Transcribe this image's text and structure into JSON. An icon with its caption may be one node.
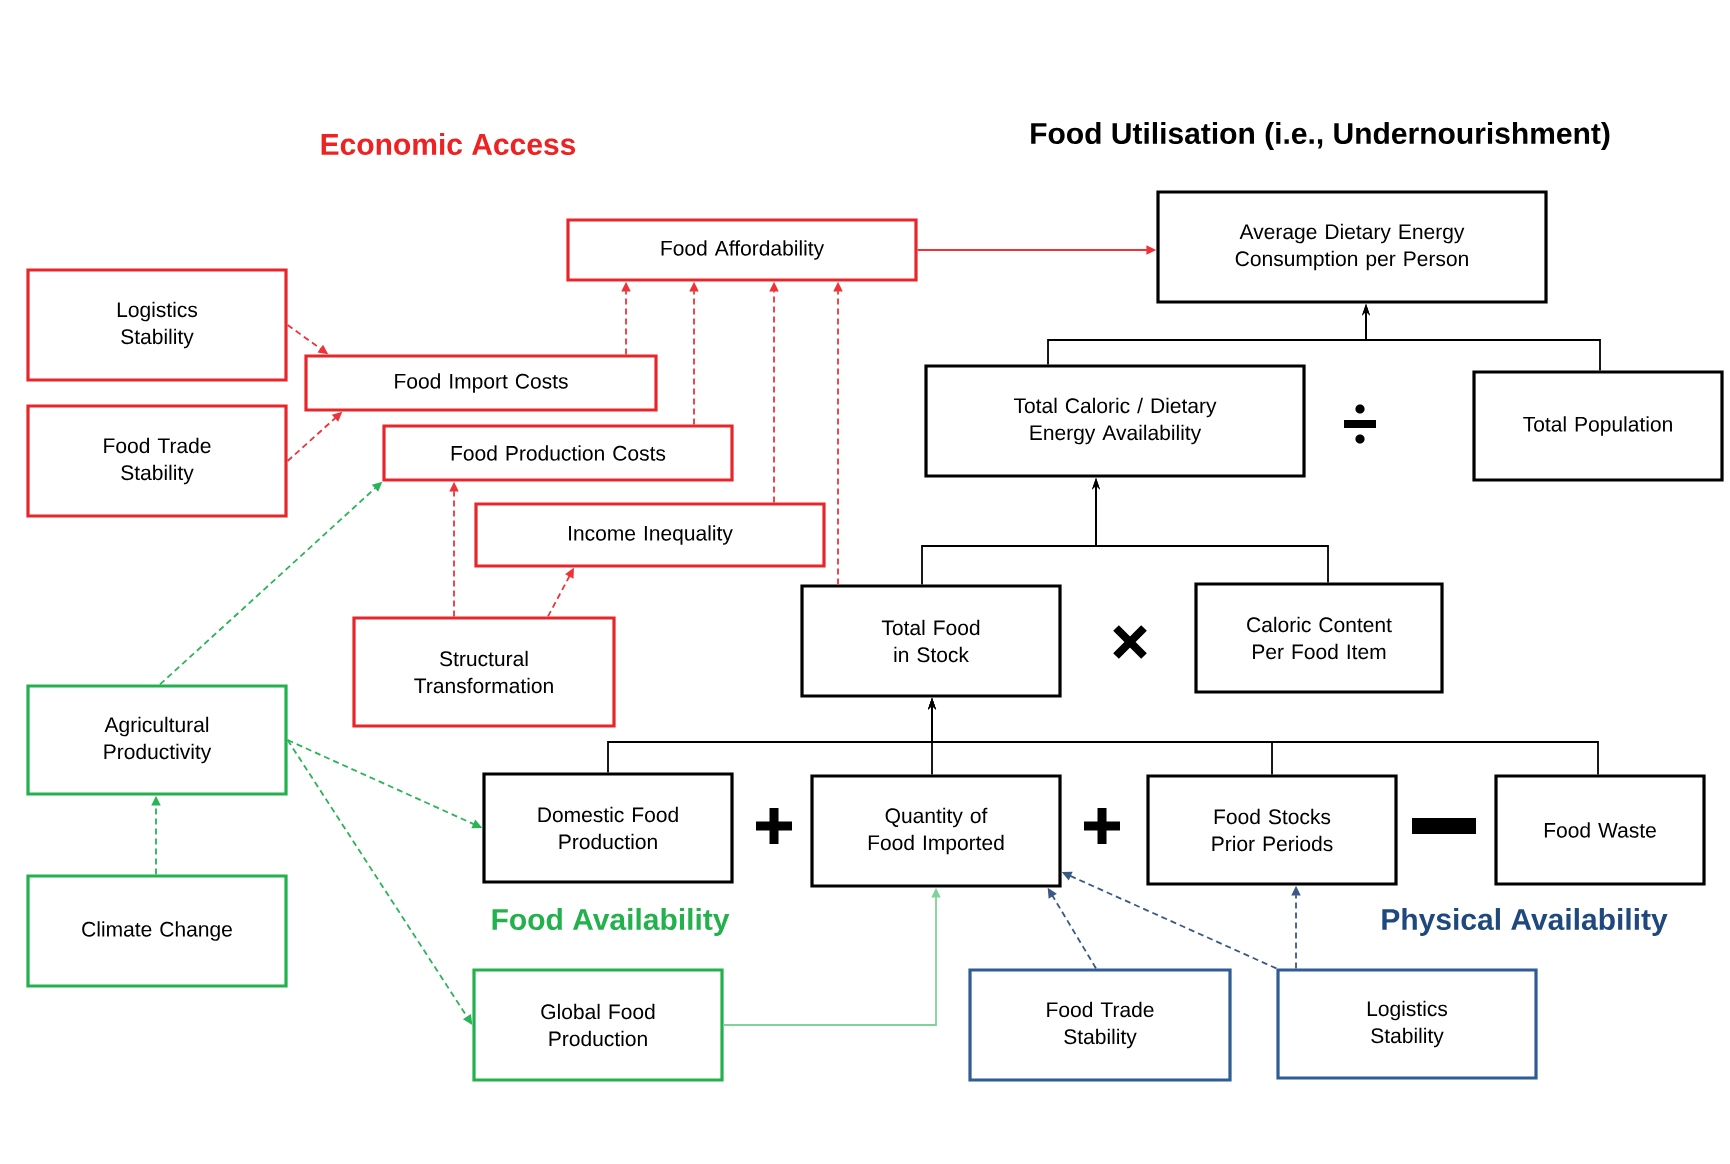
{
  "diagram": {
    "nodes": [
      {
        "text": [
          "Food Affordability"
        ]
      },
      {
        "text": [
          "Logistics Stability"
        ]
      },
      {
        "text": [
          "Food Import Costs"
        ]
      },
      {
        "text": [
          "Food Trade Stability"
        ]
      },
      {
        "text": [
          "Food Production Costs"
        ]
      },
      {
        "text": [
          "Income Inequality"
        ]
      },
      {
        "text": [
          "Structural Transformation"
        ]
      },
      {
        "text": [
          "Agricultural Productivity"
        ]
      },
      {
        "text": [
          "Climate Change"
        ]
      },
      {
        "text": [
          "Average Dietary Energy Consumption per Person"
        ]
      },
      {
        "text": [
          "Total Caloric / Dietary Energy Availability"
        ]
      },
      {
        "text": [
          "Total Population"
        ]
      },
      {
        "text": [
          "Total Food in Stock"
        ]
      },
      {
        "text": [
          "Caloric Content Per Food Item"
        ]
      },
      {
        "text": [
          "Domestic Food Production"
        ]
      },
      {
        "text": [
          "Quantity of Food Imported"
        ]
      },
      {
        "text": [
          "Food Stocks Prior Periods"
        ]
      },
      {
        "text": [
          "Food Waste"
        ]
      },
      {
        "text": [
          "Global Food Production"
        ]
      },
      {
        "text": [
          "Food Trade Stability"
        ]
      },
      {
        "text": [
          "Logistics Stability"
        ]
      }
    ],
    "edges": [
      {
        "from": 0,
        "to": 9,
        "arrow": "to",
        "color": "#ee3338"
      },
      {
        "from": 1,
        "to": 2,
        "arrow": "to",
        "style": "dashed",
        "color": "#ee3338"
      },
      {
        "from": 3,
        "to": 2,
        "arrow": "to",
        "style": "dashed",
        "color": "#ee3338"
      },
      {
        "from": 2,
        "to": 0,
        "arrow": "to",
        "style": "dashed",
        "color": "#ee3338"
      },
      {
        "from": 4,
        "to": 0,
        "arrow": "to",
        "style": "dashed",
        "color": "#ee3338"
      },
      {
        "from": 5,
        "to": 0,
        "arrow": "to",
        "style": "dashed",
        "color": "#ee3338"
      },
      {
        "from": 12,
        "to": 0,
        "arrow": "to",
        "style": "dashed",
        "color": "#ee3338"
      },
      {
        "from": 6,
        "to": 4,
        "arrow": "to",
        "style": "dashed",
        "color": "#ee3338"
      },
      {
        "from": 6,
        "to": 5,
        "arrow": "to",
        "style": "dashed",
        "color": "#ee3338"
      },
      {
        "from": 10,
        "to": 9,
        "arrow": "to",
        "color": "#000000"
      },
      {
        "from": 11,
        "to": 9,
        "arrow": "to",
        "color": "#000000"
      },
      {
        "from": 12,
        "to": 10,
        "arrow": "to",
        "color": "#000000"
      },
      {
        "from": 13,
        "to": 10,
        "arrow": "to",
        "color": "#000000"
      },
      {
        "from": 14,
        "to": 12,
        "arrow": "to",
        "color": "#000000"
      },
      {
        "from": 15,
        "to": 12,
        "arrow": "to",
        "color": "#000000"
      },
      {
        "from": 16,
        "to": 12,
        "arrow": "to",
        "color": "#000000"
      },
      {
        "from": 17,
        "to": 12,
        "arrow": "to",
        "color": "#000000"
      },
      {
        "from": 8,
        "to": 7,
        "arrow": "to",
        "style": "dashed",
        "color": "#2bb358"
      },
      {
        "from": 7,
        "to": 4,
        "arrow": "to",
        "style": "dashed",
        "color": "#2bb358"
      },
      {
        "from": 7,
        "to": 14,
        "arrow": "to",
        "style": "dashed",
        "color": "#2bb358"
      },
      {
        "from": 7,
        "to": 18,
        "arrow": "to",
        "style": "dashed",
        "color": "#2bb358"
      },
      {
        "from": 18,
        "to": 15,
        "arrow": "to",
        "color": "#7fd39a"
      },
      {
        "from": 19,
        "to": 15,
        "arrow": "to",
        "style": "dashed",
        "color": "#3a5a85"
      },
      {
        "from": 20,
        "to": 15,
        "arrow": "to",
        "style": "dashed",
        "color": "#3a5a85"
      },
      {
        "from": 20,
        "to": 16,
        "arrow": "to",
        "style": "dashed",
        "color": "#3a5a85"
      }
    ],
    "labels": [
      "Economic Access",
      "Food Utilisation (i.e., Undernourishment)",
      "Food Availability",
      "Physical Availability"
    ]
  }
}
